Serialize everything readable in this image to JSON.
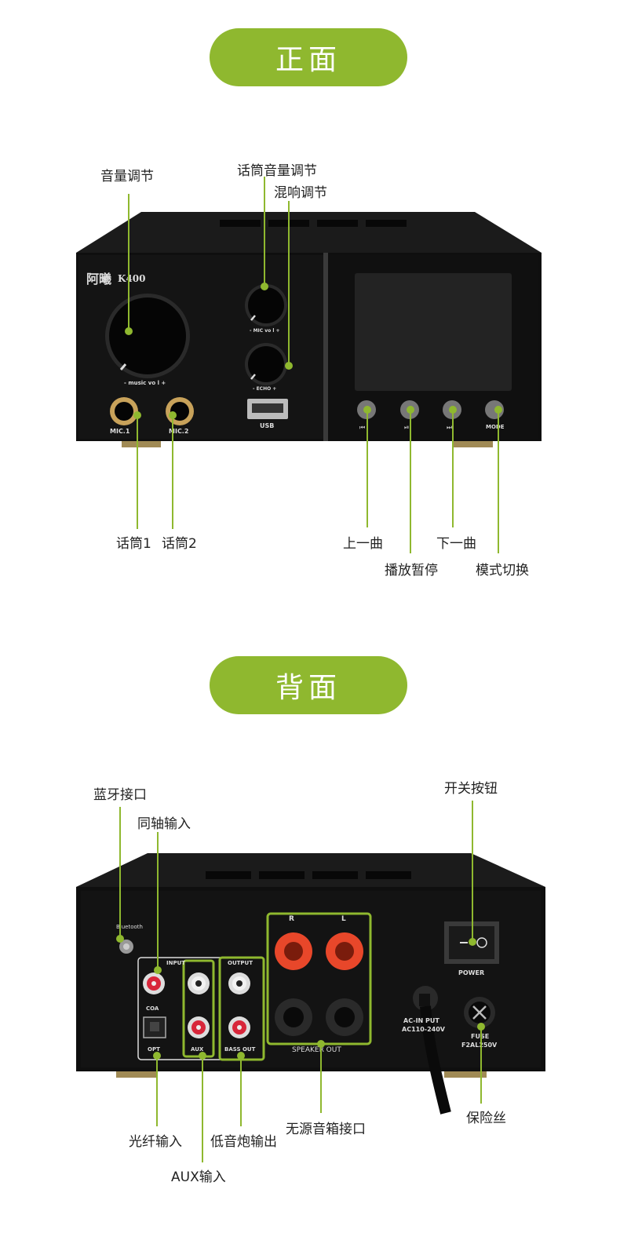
{
  "sections": {
    "front_title": "正面",
    "back_title": "背面"
  },
  "front": {
    "brand": "阿曦",
    "model": "K400",
    "panel_texts": {
      "music_vol": "-    music  vo  l    +",
      "mic_vol": "-   MIC vo l   +",
      "echo": "-  ECHO  +",
      "mic1": "MIC.1",
      "mic2": "MIC.2",
      "usb": "USB",
      "mode": "MODE"
    },
    "callouts": {
      "volume": "音量调节",
      "mic_volume": "话筒音量调节",
      "reverb": "混响调节",
      "mic1": "话筒1",
      "mic2": "话筒2",
      "prev": "上一曲",
      "play_pause": "播放暂停",
      "next": "下一曲",
      "mode": "模式切换"
    }
  },
  "back": {
    "panel_texts": {
      "bluetooth": "Bluetooth",
      "input": "INPUT",
      "output": "OUTPUT",
      "coa": "COA",
      "opt": "OPT",
      "aux": "AUX",
      "bass_out": "BASS OUT",
      "r": "R",
      "l": "L",
      "speaker_out": "SPEAKER OUT",
      "power": "POWER",
      "ac_in": "AC-IN PUT",
      "ac_range": "AC110-240V",
      "fuse": "FUSE",
      "fuse_rating": "F2AL250V"
    },
    "callouts": {
      "bluetooth": "蓝牙接口",
      "coax": "同轴输入",
      "power_switch": "开关按钮",
      "optical": "光纤输入",
      "aux": "AUX输入",
      "bass_out": "低音炮输出",
      "speaker": "无源音箱接口",
      "fuse": "保险丝"
    }
  },
  "colors": {
    "accent": "#8fb82f",
    "device": "#111111",
    "screen": "#232323",
    "binding_red": "#e8472a"
  }
}
